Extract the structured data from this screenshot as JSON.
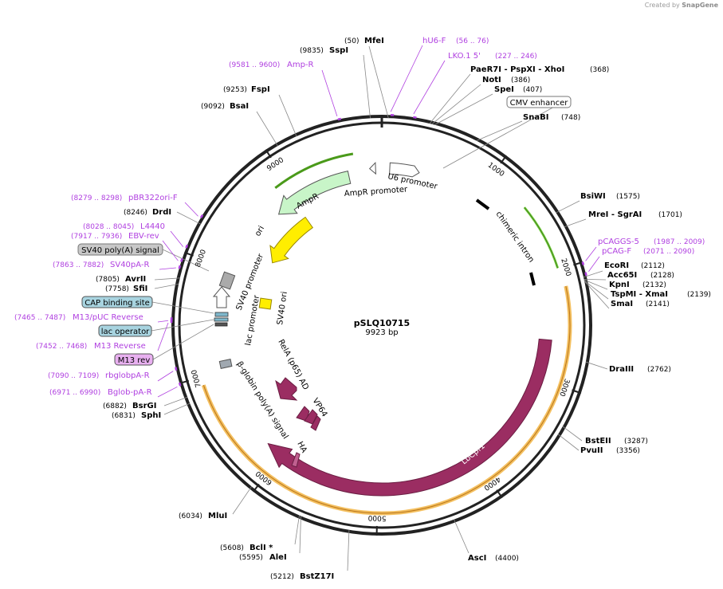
{
  "credit": {
    "prefix": "Created by",
    "brand": "SnapGene"
  },
  "plasmid": {
    "name": "pSLQ10715",
    "size": "9923 bp",
    "length": 9923
  },
  "ruler": [
    "1000",
    "2000",
    "3000",
    "4000",
    "5000",
    "6000",
    "7000",
    "8000",
    "9000"
  ],
  "sites": [
    {
      "name": "MfeI",
      "pos": "(50)"
    },
    {
      "name": "SspI",
      "pos": "(9835)"
    },
    {
      "name": "FspI",
      "pos": "(9253)"
    },
    {
      "name": "BsaI",
      "pos": "(9092)"
    },
    {
      "name": "PaeR7I - PspXI - XhoI",
      "pos": "(368)"
    },
    {
      "name": "NotI",
      "pos": "(386)"
    },
    {
      "name": "SpeI",
      "pos": "(407)"
    },
    {
      "name": "SnaBI",
      "pos": "(748)"
    },
    {
      "name": "BsiWI",
      "pos": "(1575)"
    },
    {
      "name": "MreI - SgrAI",
      "pos": "(1701)"
    },
    {
      "name": "EcoRI",
      "pos": "(2112)"
    },
    {
      "name": "Acc65I",
      "pos": "(2128)"
    },
    {
      "name": "KpnI",
      "pos": "(2132)"
    },
    {
      "name": "TspMI - XmaI",
      "pos": "(2139)"
    },
    {
      "name": "SmaI",
      "pos": "(2141)"
    },
    {
      "name": "DraIII",
      "pos": "(2762)"
    },
    {
      "name": "BstEII",
      "pos": "(3287)"
    },
    {
      "name": "PvuII",
      "pos": "(3356)"
    },
    {
      "name": "AscI",
      "pos": "(4400)"
    },
    {
      "name": "BstZ17I",
      "pos": "(5212)"
    },
    {
      "name": "AleI",
      "pos": "(5595)"
    },
    {
      "name": "BclI *",
      "pos": "(5608)"
    },
    {
      "name": "MluI",
      "pos": "(6034)"
    },
    {
      "name": "SphI",
      "pos": "(6831)"
    },
    {
      "name": "BsrGI",
      "pos": "(6882)"
    },
    {
      "name": "SfiI",
      "pos": "(7758)"
    },
    {
      "name": "AvrII",
      "pos": "(7805)"
    },
    {
      "name": "DrdI",
      "pos": "(8246)"
    }
  ],
  "primers": [
    {
      "name": "hU6-F",
      "range": "(56 .. 76)"
    },
    {
      "name": "LKO.1 5'",
      "range": "(227 .. 246)"
    },
    {
      "name": "Amp-R",
      "range": "(9581 .. 9600)"
    },
    {
      "name": "pCAGGS-5",
      "range": "(1987 .. 2009)"
    },
    {
      "name": "pCAG-F",
      "range": "(2071 .. 2090)"
    },
    {
      "name": "pBR322ori-F",
      "range": "(8279 .. 8298)"
    },
    {
      "name": "L4440",
      "range": "(8028 .. 8045)"
    },
    {
      "name": "EBV-rev",
      "range": "(7917 .. 7936)"
    },
    {
      "name": "SV40pA-R",
      "range": "(7863 .. 7882)"
    },
    {
      "name": "M13/pUC Reverse",
      "range": "(7465 .. 7487)"
    },
    {
      "name": "M13 Reverse",
      "range": "(7452 .. 7468)"
    },
    {
      "name": "rbglobpA-R",
      "range": "(7090 .. 7109)"
    },
    {
      "name": "Bglob-pA-R",
      "range": "(6971 .. 6990)"
    }
  ],
  "boxed_features": {
    "cmv": "CMV enhancer",
    "sv40pa": "SV40 poly(A) signal",
    "cap": "CAP binding site",
    "lacop": "lac operator",
    "m13rev": "M13 rev"
  },
  "features": {
    "u6": "U6 promoter",
    "ampr_promoter": "AmpR promoter",
    "ampr": "AmpR",
    "ori": "ori",
    "chimeric": "chimeric intron",
    "lbcpf1": "LbCpf1",
    "sv40_promoter": "SV40 promoter",
    "lac_promoter": "lac promoter",
    "sv40_ori": "SV40 ori",
    "rela": "RelA (p65) AD",
    "vp64": "VP64",
    "bglobin": "β-globin poly(A) signal",
    "ha": "HA"
  },
  "colors": {
    "backbone": "#222222",
    "ampr": "#c8f5c8",
    "ori": "#ffee00",
    "lbcpf1": "#9b2d62",
    "highlight": "#f4c060",
    "primer": "#b040e0",
    "green_line": "#4a9a1a"
  }
}
